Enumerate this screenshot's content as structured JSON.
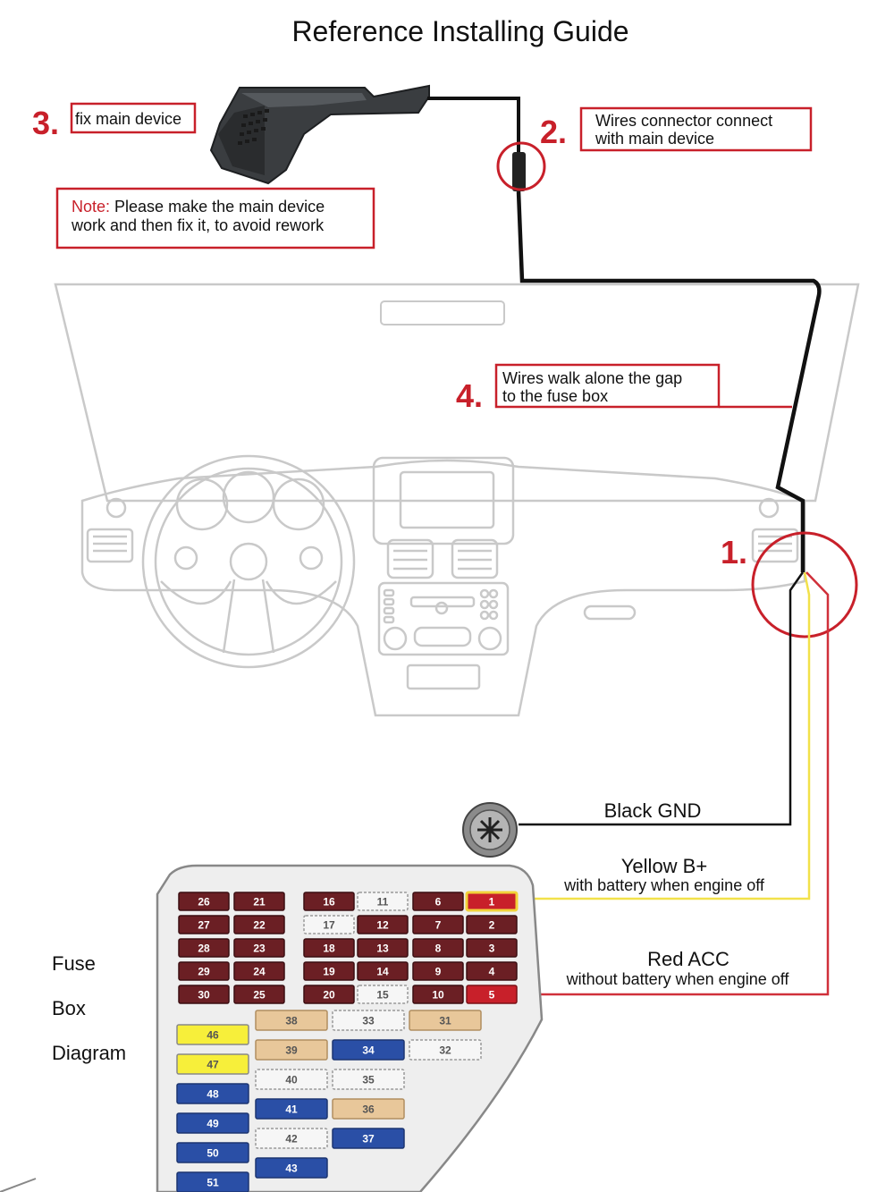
{
  "title": "Reference Installing Guide",
  "steps": {
    "step1": {
      "number": "1."
    },
    "step2": {
      "number": "2.",
      "line1": "Wires connector connect",
      "line2": "with main device"
    },
    "step3": {
      "number": "3.",
      "label": "fix main device"
    },
    "step4": {
      "number": "4.",
      "line1": "Wires walk alone the gap",
      "line2": "to the fuse box"
    }
  },
  "note": {
    "prefix": "Note:",
    "line1_rest": " Please make the main device",
    "line2": "work and then fix it, to avoid rework"
  },
  "wires": {
    "black": {
      "label": "Black GND"
    },
    "yellow": {
      "label": "Yellow B+",
      "sub": "with battery when engine off"
    },
    "red": {
      "label": "Red ACC",
      "sub": "without battery when engine off"
    }
  },
  "fusebox": {
    "label_lines": [
      "Fuse",
      "Box",
      "Diagram"
    ],
    "grid_rows": [
      [
        "26",
        "21",
        "16",
        "11",
        "6",
        "1"
      ],
      [
        "27",
        "22",
        "17",
        "12",
        "7",
        "2"
      ],
      [
        "28",
        "23",
        "18",
        "13",
        "8",
        "3"
      ],
      [
        "29",
        "24",
        "19",
        "14",
        "9",
        "4"
      ],
      [
        "30",
        "25",
        "20",
        "15",
        "10",
        "5"
      ]
    ],
    "lower_columns": [
      [
        "46",
        "47",
        "48",
        "49",
        "50",
        "51"
      ],
      [
        "38",
        "39",
        "40",
        "41",
        "42",
        "43"
      ],
      [
        "33",
        "34",
        "35",
        "36",
        "37"
      ],
      [
        "31",
        "32"
      ]
    ],
    "fuse_colors": {
      "1": "yellow-outline",
      "5": "red",
      "11": "white",
      "17": "white",
      "15": "white",
      "46": "yellow",
      "47": "yellow",
      "48": "blue",
      "49": "blue",
      "50": "blue",
      "51": "blue",
      "38": "tan",
      "39": "tan",
      "40": "white",
      "41": "blue",
      "42": "white",
      "43": "blue",
      "33": "white",
      "34": "blue",
      "35": "white",
      "36": "tan",
      "37": "blue",
      "31": "tan",
      "32": "white"
    }
  },
  "colors": {
    "accent_red": "#c8202a",
    "wire_black": "#111111",
    "wire_yellow": "#f2e14a",
    "wire_red": "#d0303a",
    "fuse_dark": "#6b1f24",
    "fuse_blue": "#2a4fa6",
    "fuse_tan": "#e8c79a",
    "fuse_yellow": "#f7ef3a"
  }
}
